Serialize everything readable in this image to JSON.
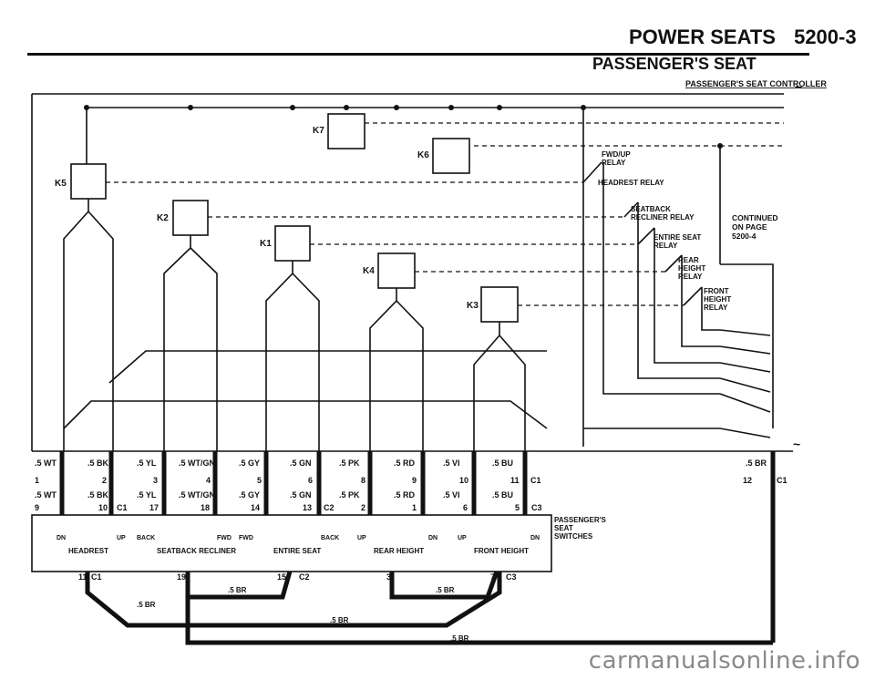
{
  "header": {
    "section_title": "POWER SEATS",
    "page_number": "5200-3",
    "subtitle": "PASSENGER'S SEAT"
  },
  "controller": {
    "label": "PASSENGER'S SEAT CONTROLLER",
    "continued_note": [
      "CONTINUED",
      "ON PAGE",
      "5200-4"
    ]
  },
  "relays": {
    "k_labels": [
      "K7",
      "K6",
      "K5",
      "K2",
      "K1",
      "K4",
      "K3"
    ],
    "named": [
      [
        "FWD/UP",
        "RELAY"
      ],
      [
        "HEADREST RELAY"
      ],
      [
        "SEATBACK",
        "RECLINER RELAY"
      ],
      [
        "ENTIRE SEAT",
        "RELAY"
      ],
      [
        "REAR",
        "HEIGHT",
        "RELAY"
      ],
      [
        "FRONT",
        "HEIGHT",
        "RELAY"
      ]
    ]
  },
  "wires": {
    "top": [
      ".5 WT",
      ".5 BK",
      ".5 YL",
      ".5 WT/GN",
      ".5 GY",
      ".5 GN",
      ".5 PK",
      ".5 RD",
      ".5 VI",
      ".5 BU",
      ".5 BR"
    ],
    "pins_top": [
      "1",
      "2",
      "3",
      "4",
      "5",
      "6",
      "8",
      "9",
      "10",
      "11",
      "12"
    ],
    "mid": [
      ".5 WT",
      ".5 BK",
      ".5 YL",
      ".5 WT/GN",
      ".5 GY",
      ".5 GN",
      ".5 PK",
      ".5 RD",
      ".5 VI",
      ".5 BU"
    ],
    "pins_mid": [
      "9",
      "10",
      "17",
      "18",
      "14",
      "13",
      "2",
      "1",
      "6",
      "5"
    ],
    "connectors": [
      "C1",
      "C1",
      "C1",
      "C2",
      "C3"
    ],
    "ground_pins": [
      "11",
      "19",
      "15",
      "3",
      "7"
    ],
    "ground_connectors": [
      "C1",
      "C2",
      "C3"
    ],
    "ground_colors": [
      ".5 BR",
      ".5 BR",
      ".5 BR",
      ".5 BR",
      ".5 BR"
    ]
  },
  "switches": {
    "label": [
      "PASSENGER'S",
      "SEAT",
      "SWITCHES"
    ],
    "groups": [
      "HEADREST",
      "SEATBACK RECLINER",
      "ENTIRE SEAT",
      "REAR HEIGHT",
      "FRONT HEIGHT"
    ],
    "directions": [
      "DN",
      "UP",
      "BACK",
      "FWD",
      "FWD",
      "BACK",
      "UP",
      "DN",
      "UP",
      "DN"
    ]
  },
  "watermark": "carmanualsonline.info"
}
